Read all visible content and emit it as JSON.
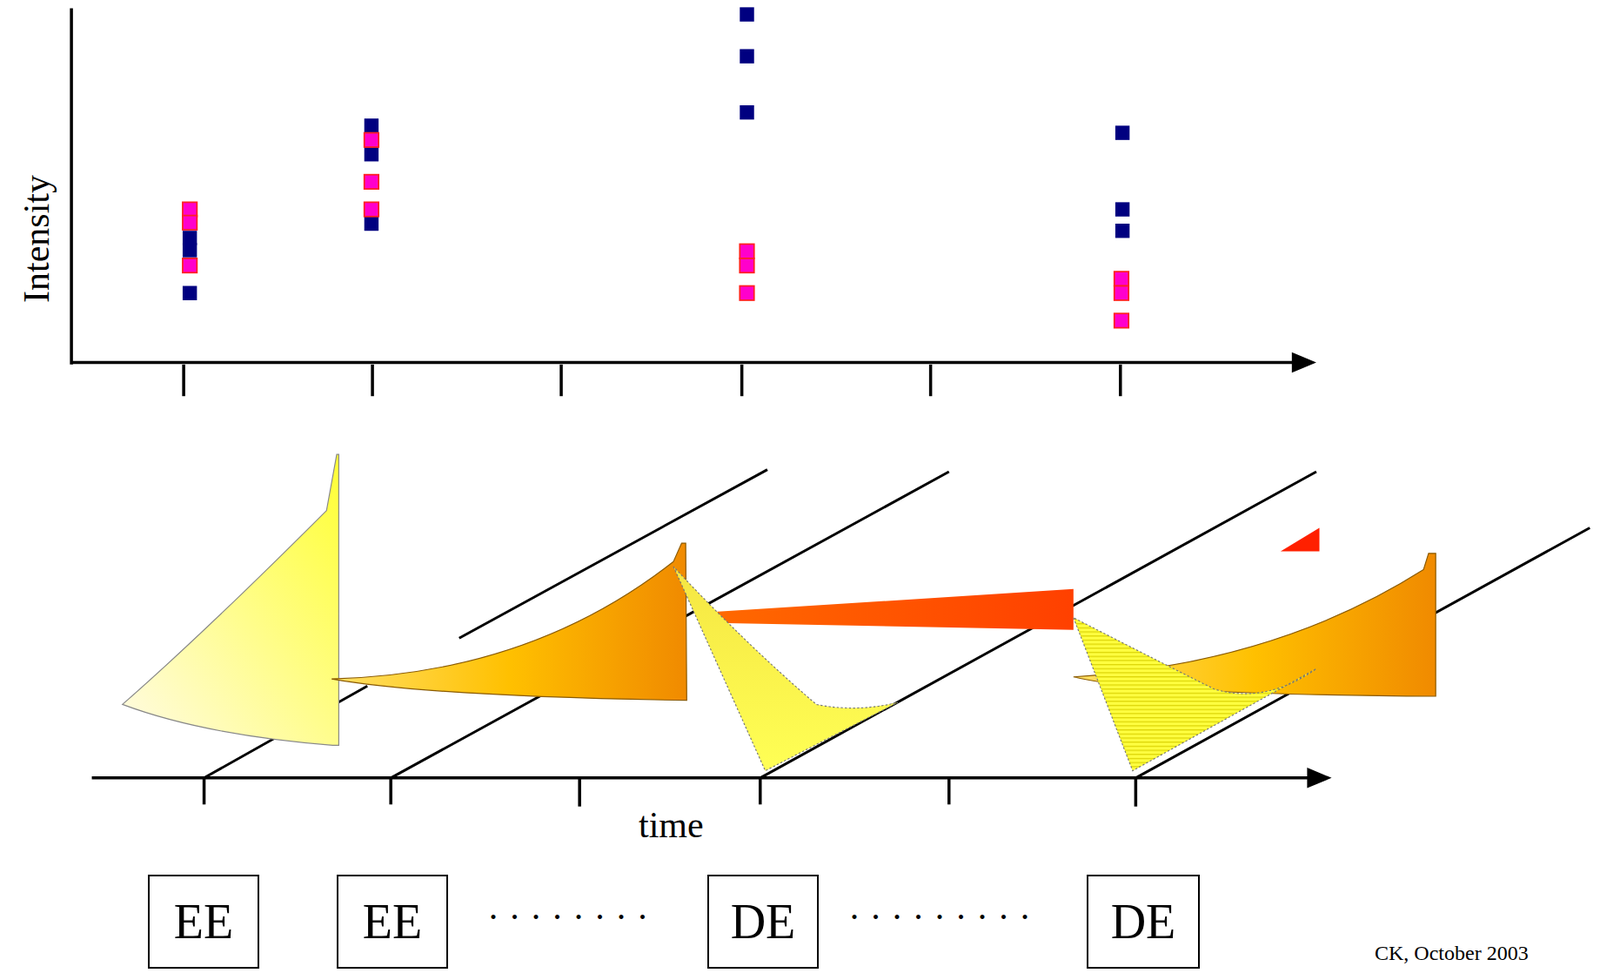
{
  "diagram": {
    "nodes": [
      {
        "text": [
          "EE"
        ]
      },
      {
        "text": [
          "EE"
        ]
      },
      {
        "text": [
          "DE"
        ]
      },
      {
        "text": [
          "DE"
        ]
      }
    ],
    "labels": [
      "Intensity",
      "time",
      "· · · · · · · ·",
      "· · · · · · · · ·",
      "CK, October 2003"
    ]
  }
}
